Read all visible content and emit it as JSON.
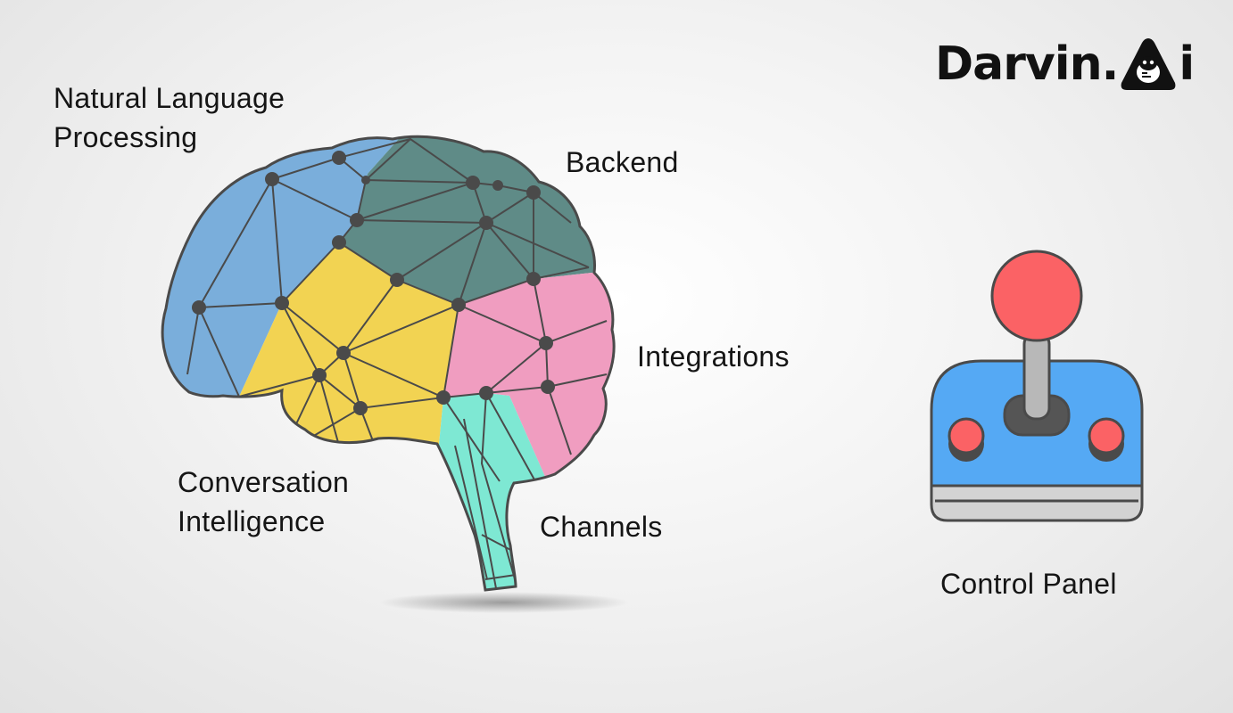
{
  "brand": {
    "name_main": "Darvin.",
    "name_tail": "i",
    "mark_icon": "gorilla-triangle-icon"
  },
  "labels": {
    "nlp": [
      "Natural Language",
      "Processing"
    ],
    "backend": "Backend",
    "integrations": "Integrations",
    "conversation": [
      "Conversation",
      "Intelligence"
    ],
    "channels": "Channels",
    "control_panel": "Control Panel"
  },
  "colors": {
    "nlp": "#7aaedb",
    "backend": "#5f8b87",
    "conversation": "#f2d352",
    "integrations": "#f09dc0",
    "channels": "#7ee8d3",
    "outline": "#4a4a4a",
    "joystick_body": "#55a9f4",
    "joystick_ball": "#fb6265",
    "joystick_base": "#d3d3d3"
  },
  "icons": {
    "brain": "brain-network-icon",
    "joystick": "joystick-icon"
  }
}
